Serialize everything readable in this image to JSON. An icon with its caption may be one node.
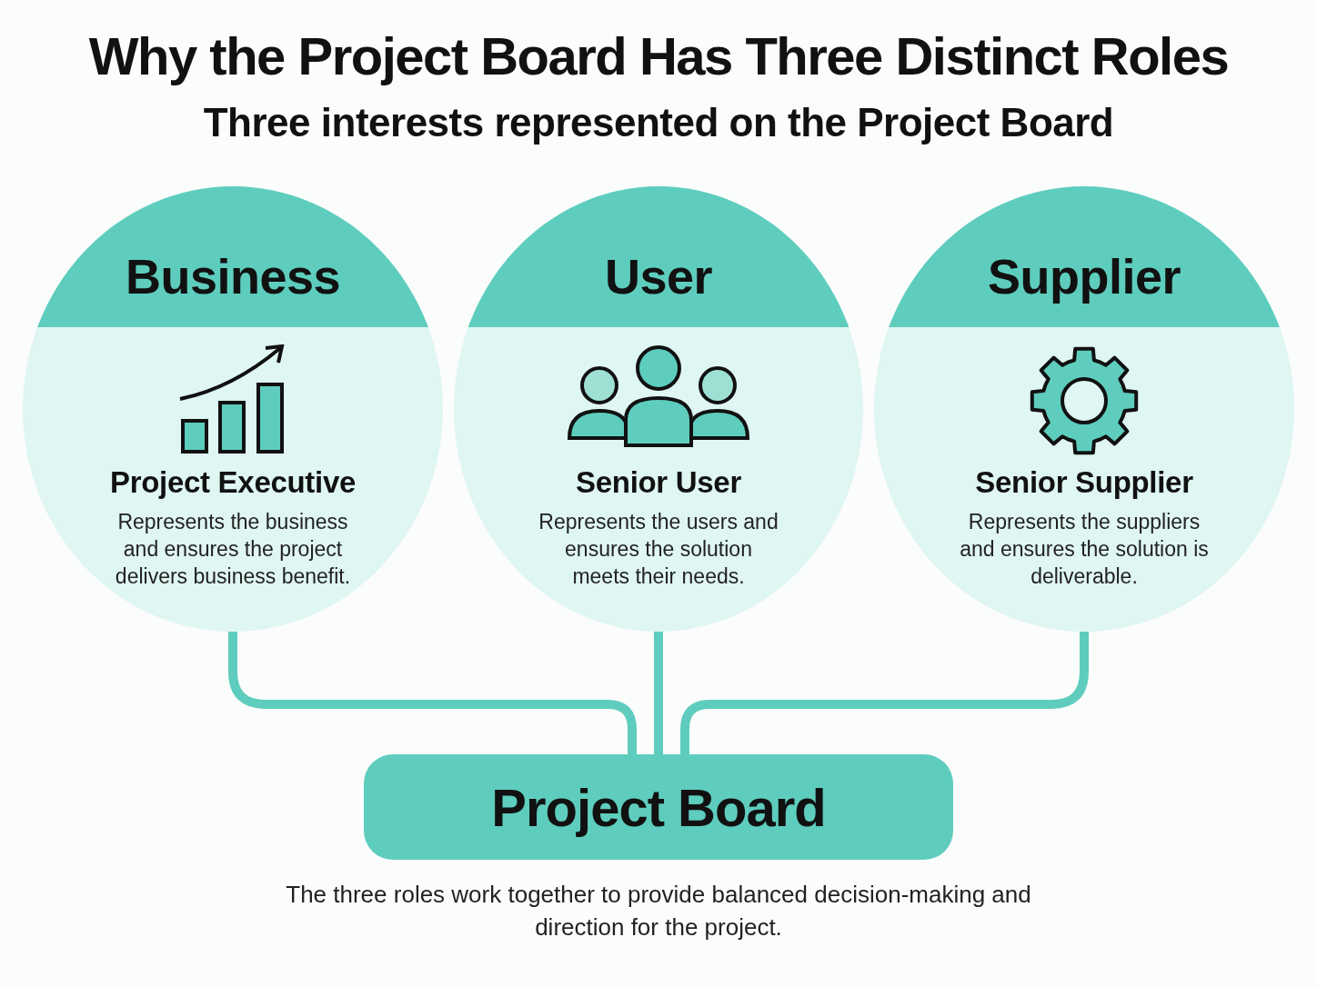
{
  "diagram": {
    "title": "Why the Project Board Has Three Distinct Roles",
    "nodes": [
      {
        "text": [
          "Business",
          "Project Executive",
          "Represents the business and ensures the project delivers business benefit."
        ]
      },
      {
        "text": [
          "User",
          "Senior User",
          "Represents the users and ensures the solution meets their needs."
        ]
      },
      {
        "text": [
          "Supplier",
          "Senior Supplier",
          "Represents the suppliers and ensures the solution is deliverable."
        ]
      },
      {
        "text": [
          "Project Board"
        ]
      }
    ],
    "edges": [
      {
        "from": 0,
        "to": 3,
        "arrow": "none"
      },
      {
        "from": 1,
        "to": 3,
        "arrow": "none"
      },
      {
        "from": 2,
        "to": 3,
        "arrow": "none"
      }
    ],
    "labels": [
      "Three interests represented on the Project Board"
    ],
    "caption": "The three roles work together to provide balanced decision-making and direction for the project."
  }
}
